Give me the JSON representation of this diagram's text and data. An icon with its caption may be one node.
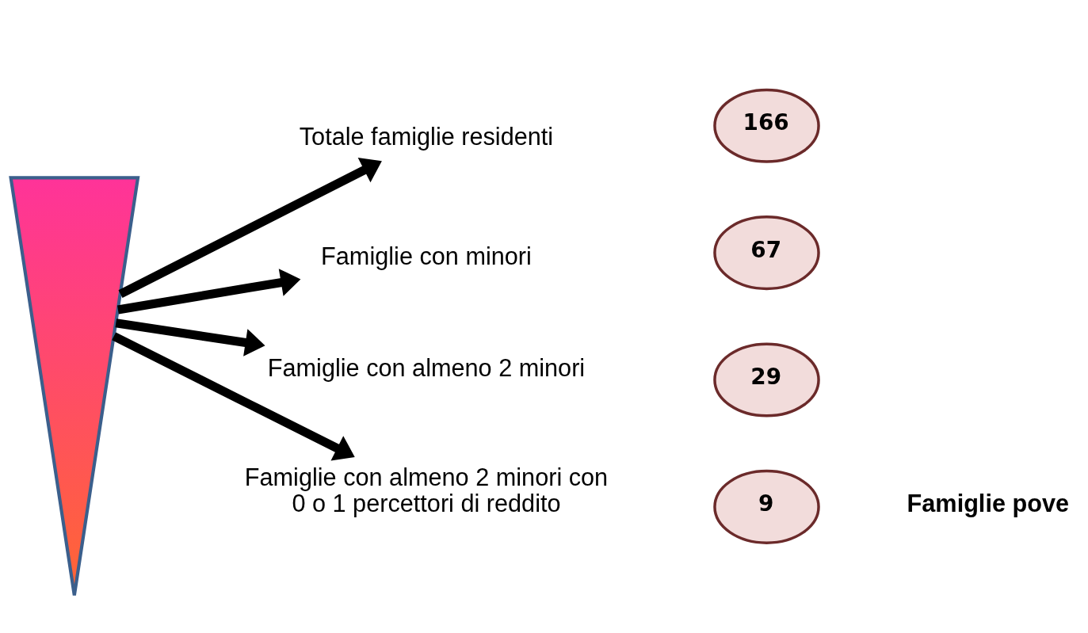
{
  "diagram": {
    "nodes": [
      {
        "text": [],
        "shape": "triangle"
      },
      {
        "text": [
          "Totale famiglie residenti"
        ]
      },
      {
        "text": [
          "166"
        ]
      },
      {
        "text": [
          "Famiglie con minori"
        ]
      },
      {
        "text": [
          "67"
        ]
      },
      {
        "text": [
          "Famiglie con almeno 2 minori"
        ]
      },
      {
        "text": [
          "29"
        ]
      },
      {
        "text": [
          "Famiglie con almeno 2 minori con 0 o 1 percettori di reddito"
        ]
      },
      {
        "text": [
          "9"
        ]
      }
    ],
    "edges": [
      {
        "from": 0,
        "to": 1,
        "arrow": "to"
      },
      {
        "from": 0,
        "to": 3,
        "arrow": "to"
      },
      {
        "from": 0,
        "to": 5,
        "arrow": "to"
      },
      {
        "from": 0,
        "to": 7,
        "arrow": "to"
      }
    ],
    "labels": [
      "Famiglie pove"
    ]
  }
}
